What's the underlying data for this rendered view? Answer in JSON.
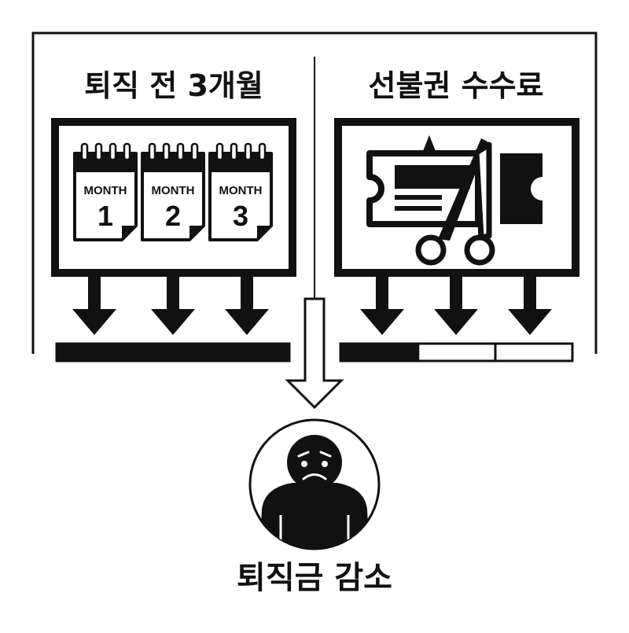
{
  "left_panel": {
    "title": "퇴직 전 3개월",
    "calendars": [
      {
        "word": "MONTH",
        "number": "1"
      },
      {
        "word": "MONTH",
        "number": "2"
      },
      {
        "word": "MONTH",
        "number": "3"
      }
    ],
    "bar_fill_fraction": 1.0
  },
  "right_panel": {
    "title": "선불권 수수료",
    "icon": "ticket-with-scissors-icon",
    "bar_fill_fraction": 0.34
  },
  "result": {
    "label": "퇴직금 감소",
    "icon": "sad-person-icon"
  },
  "colors": {
    "ink": "#111111",
    "paper": "#ffffff"
  }
}
